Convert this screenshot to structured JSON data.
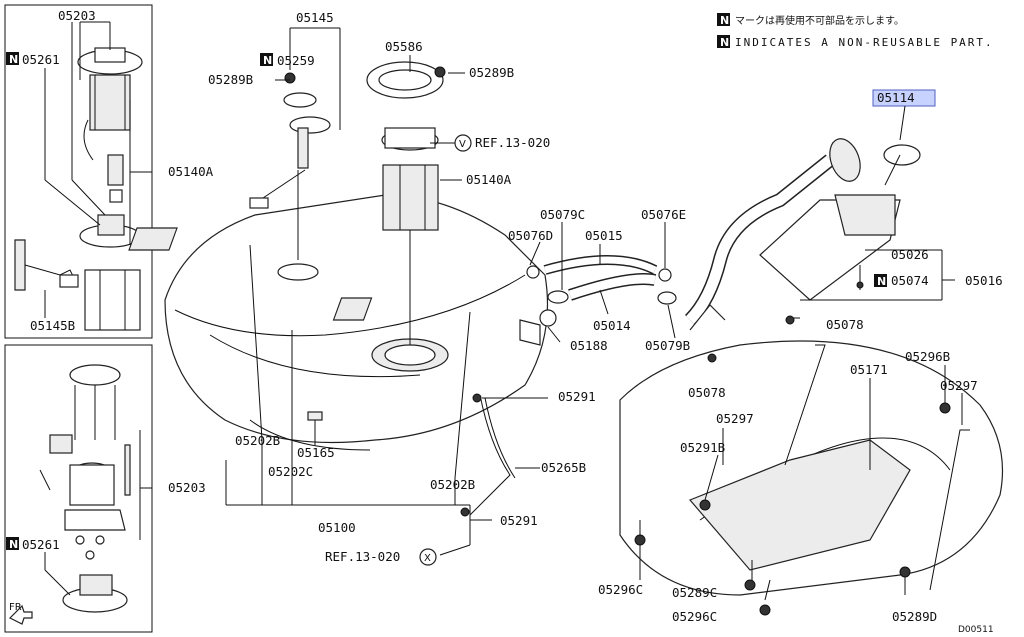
{
  "legend": {
    "n_symbol": "N",
    "line_jp": "マークは再使用不可部品を示します。",
    "line_en": "INDICATES A NON-REUSABLE PART."
  },
  "diagram_id": "D00511",
  "fr_label": "FR",
  "highlight_color": "#c8d2ff",
  "callouts": {
    "p05203_top": "05203",
    "p05261_top": "05261",
    "p05140a_left": "05140A",
    "p05145b": "05145B",
    "p05203_bottom": "05203",
    "p05261_bottom": "05261",
    "p05145": "05145",
    "p05259": "05259",
    "p05289b_left": "05289B",
    "p05586": "05586",
    "p05289b_right": "05289B",
    "p05140a_mid": "05140A",
    "ref_v": "REF.13-020",
    "ref_x": "REF.13-020",
    "v_symbol": "V",
    "x_symbol": "X",
    "p05079c": "05079C",
    "p05076d": "05076D",
    "p05015": "05015",
    "p05076e": "05076E",
    "p05014": "05014",
    "p05188": "05188",
    "p05079b": "05079B",
    "p05114": "05114",
    "p05026": "05026",
    "p05074": "05074",
    "p05016": "05016",
    "p05078_a": "05078",
    "p05078_b": "05078",
    "p05291_a": "05291",
    "p05291_b": "05291",
    "p05265b": "05265B",
    "p05202b_a": "05202B",
    "p05202b_b": "05202B",
    "p05202c": "05202C",
    "p05165": "05165",
    "p05100": "05100",
    "p05171": "05171",
    "p05296b": "05296B",
    "p05297_a": "05297",
    "p05297_b": "05297",
    "p05291b": "05291B",
    "p05296c_a": "05296C",
    "p05296c_b": "05296C",
    "p05289c": "05289C",
    "p05289d": "05289D"
  }
}
